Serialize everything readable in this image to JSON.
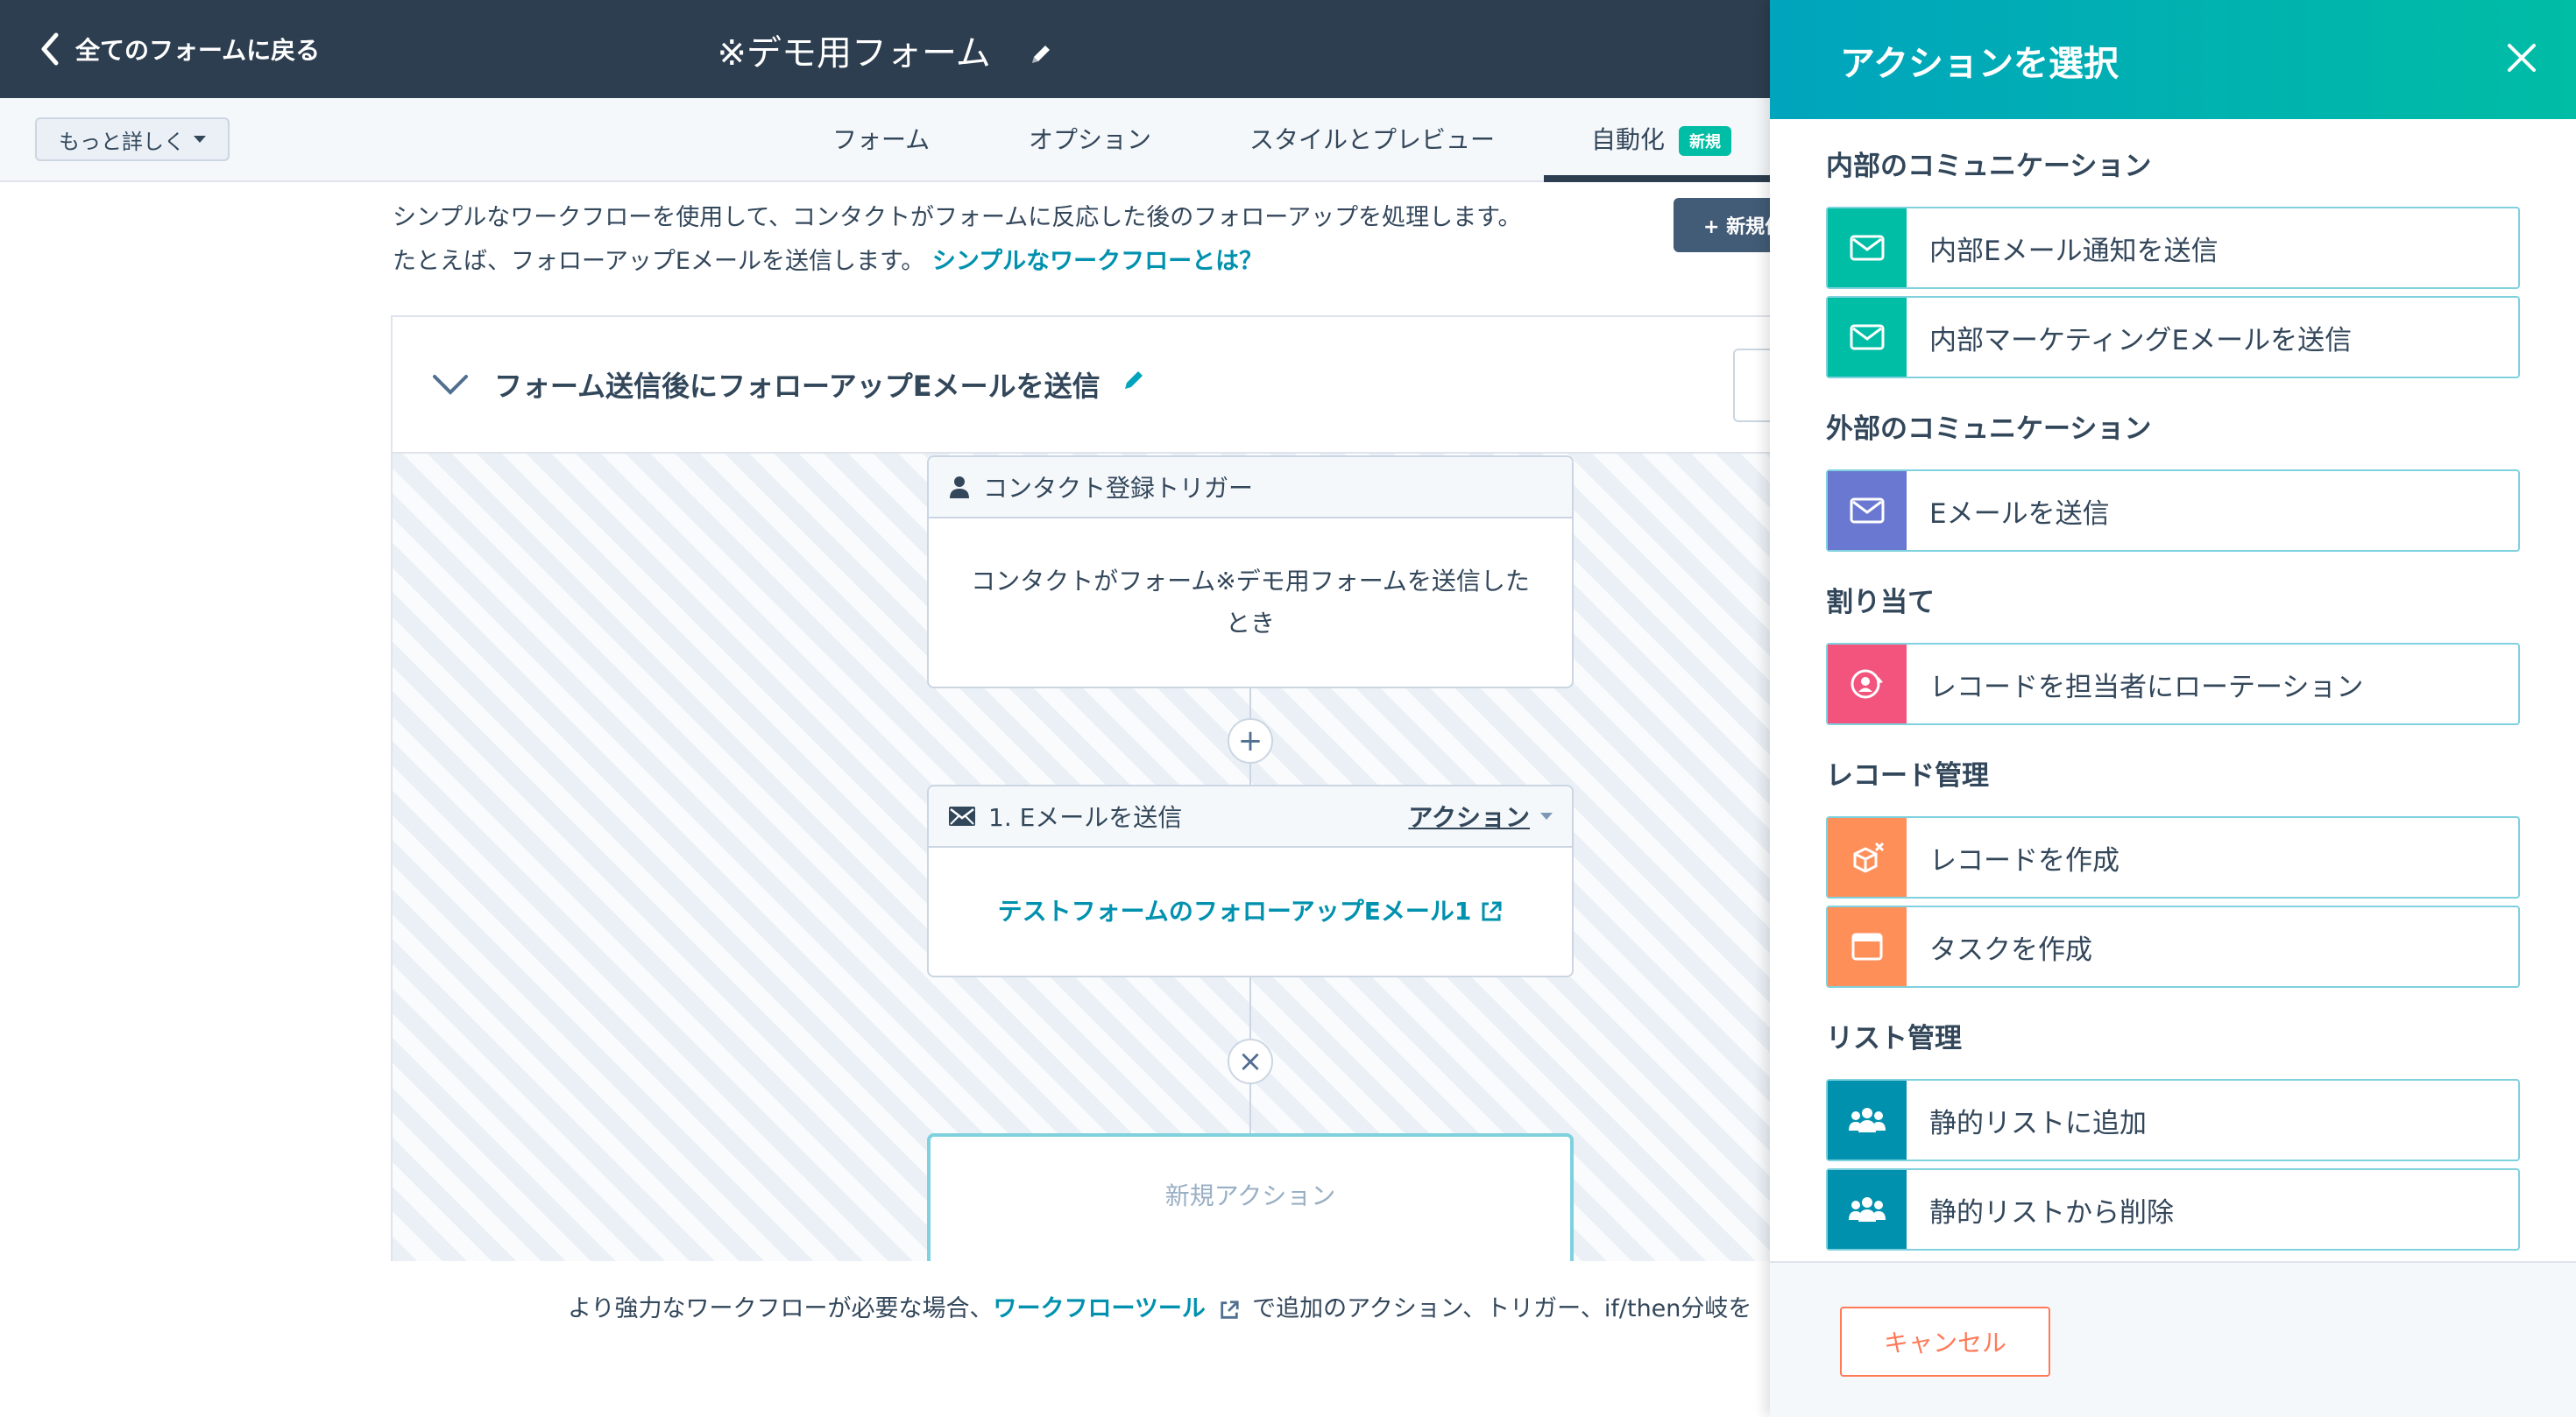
{
  "topbar": {
    "back_label": "全てのフォームに戻る",
    "form_title": "※デモ用フォーム"
  },
  "subbar": {
    "more_label": "もっと詳しく",
    "tabs": [
      {
        "label": "フォーム"
      },
      {
        "label": "オプション"
      },
      {
        "label": "スタイルとプレビュー"
      },
      {
        "label": "自動化",
        "badge": "新規",
        "active": true
      }
    ]
  },
  "main": {
    "description": "シンプルなワークフローを使用して、コンタクトがフォームに反応した後のフォローアップを処理します。たとえば、フォローアップEメールを送信します。",
    "description_link": "シンプルなワークフローとは？",
    "new_button": "+ 新規作",
    "workflow": {
      "title": "フォーム送信後にフォローアップEメールを送信",
      "trigger_head": "コンタクト登録トリガー",
      "trigger_body": "コンタクトがフォーム※デモ用フォームを送信したとき",
      "action_head": "1. Eメールを送信",
      "action_dropdown": "アクション",
      "action_link": "テストフォームのフォローアップEメール1",
      "add_symbol": "+",
      "remove_symbol": "×",
      "new_action": "新規アクション"
    },
    "footer": {
      "prefix": "より強力なワークフローが必要な場合、",
      "link": "ワークフローツール",
      "suffix": "で追加のアクション、トリガー、if/then分岐を"
    }
  },
  "panel": {
    "title": "アクションを選択",
    "sections": [
      {
        "title": "内部のコミュニケーション",
        "options": [
          {
            "label": "内部Eメール通知を送信",
            "icon": "mail-icon",
            "color": "#00bda5"
          },
          {
            "label": "内部マーケティングEメールを送信",
            "icon": "mail-icon",
            "color": "#00bda5"
          }
        ]
      },
      {
        "title": "外部のコミュニケーション",
        "options": [
          {
            "label": "Eメールを送信",
            "icon": "mail-icon",
            "color": "#6a78d1"
          }
        ]
      },
      {
        "title": "割り当て",
        "options": [
          {
            "label": "レコードを担当者にローテーション",
            "icon": "rotate-user-icon",
            "color": "#f2547d"
          }
        ]
      },
      {
        "title": "レコード管理",
        "options": [
          {
            "label": "レコードを作成",
            "icon": "create-record-icon",
            "color": "#ff8f59"
          },
          {
            "label": "タスクを作成",
            "icon": "task-icon",
            "color": "#ff8f59"
          }
        ]
      },
      {
        "title": "リスト管理",
        "options": [
          {
            "label": "静的リストに追加",
            "icon": "people-icon",
            "color": "#0091ae"
          },
          {
            "label": "静的リストから削除",
            "icon": "people-icon",
            "color": "#0091ae"
          }
        ]
      }
    ],
    "cancel_label": "キャンセル"
  }
}
